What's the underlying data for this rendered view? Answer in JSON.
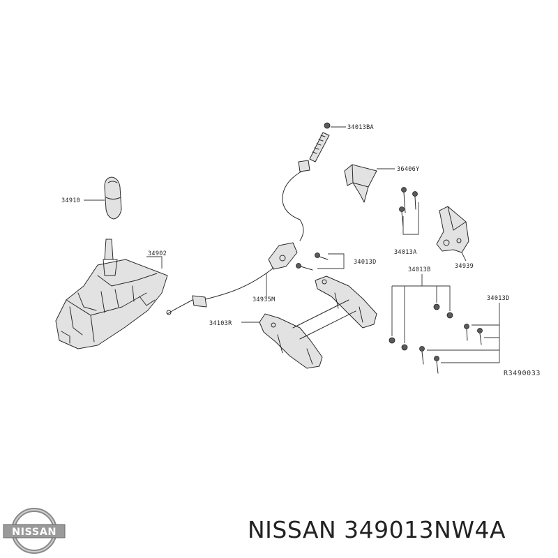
{
  "diagram": {
    "reference_code": "R3490033",
    "callouts": {
      "p34013BA": "34013BA",
      "p36406Y": "36406Y",
      "p34910": "34910",
      "p34902": "34902",
      "p34013A": "34013A",
      "p34939": "34939",
      "p34013D_cable": "34013D",
      "p34935M": "34935M",
      "p34013B": "34013B",
      "p34013D_bolts": "34013D",
      "p34103R": "34103R"
    }
  },
  "footer": {
    "title": "NISSAN 349013NW4A",
    "logo_text": "NISSAN"
  },
  "colors": {
    "line": "#2a2a2a",
    "part_fill": "#e2e2e2",
    "text": "#222222"
  }
}
